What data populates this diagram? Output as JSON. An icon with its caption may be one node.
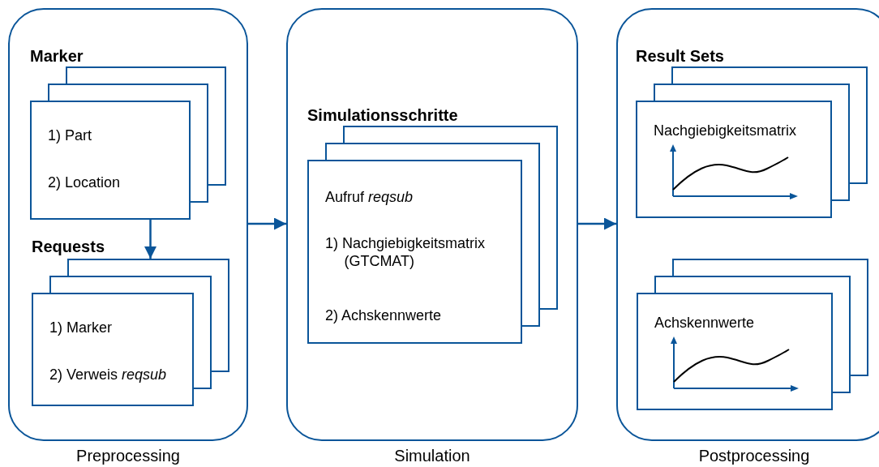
{
  "diagram": {
    "nodes": [
      {
        "text": [
          "Preprocessing"
        ]
      },
      {
        "text": [
          "Marker",
          "1) Part",
          "2) Location"
        ],
        "in": 0
      },
      {
        "text": [
          "Requests",
          "1) Marker",
          "2) Verweis *reqsub*"
        ],
        "in": 0
      },
      {
        "text": [
          "Simulation"
        ]
      },
      {
        "text": [
          "Simulationsschritte",
          "Aufruf *reqsub*",
          "1) Nachgiebigkeitsmatrix (GTCMAT)",
          "2) Achskennwerte"
        ],
        "in": 3
      },
      {
        "text": [
          "Postprocessing"
        ]
      },
      {
        "text": [
          "Result Sets",
          "Nachgiebigkeitsmatrix"
        ],
        "in": 5
      },
      {
        "text": [
          "Achskennwerte"
        ],
        "in": 5
      }
    ],
    "edges": [
      {
        "from": 1,
        "to": 2,
        "arrow": "to"
      },
      {
        "from": 0,
        "to": 3,
        "arrow": "to"
      },
      {
        "from": 3,
        "to": 5,
        "arrow": "to"
      }
    ]
  }
}
